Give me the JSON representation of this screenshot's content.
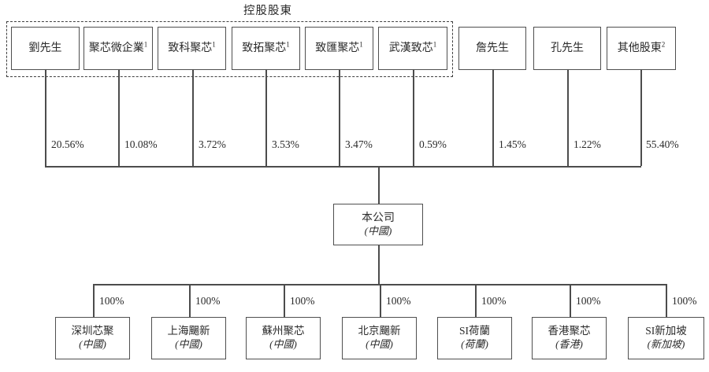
{
  "colors": {
    "line": "#4c4c4c",
    "text": "#2a2a2a",
    "background": "#ffffff"
  },
  "diagram": {
    "group_label": "控股股東",
    "shareholders": [
      {
        "name": "劉先生",
        "sup": "",
        "percent": "20.56%"
      },
      {
        "name": "聚芯微企業",
        "sup": "1",
        "percent": "10.08%"
      },
      {
        "name": "致科聚芯",
        "sup": "1",
        "percent": "3.72%"
      },
      {
        "name": "致拓聚芯",
        "sup": "1",
        "percent": "3.53%"
      },
      {
        "name": "致匯聚芯",
        "sup": "1",
        "percent": "3.47%"
      },
      {
        "name": "武漢致芯",
        "sup": "1",
        "percent": "0.59%"
      },
      {
        "name": "詹先生",
        "sup": "",
        "percent": "1.45%"
      },
      {
        "name": "孔先生",
        "sup": "",
        "percent": "1.22%"
      },
      {
        "name": "其他股東",
        "sup": "2",
        "percent": "55.40%"
      }
    ],
    "company": {
      "name": "本公司",
      "location": "(中國)"
    },
    "subsidiaries": [
      {
        "name": "深圳芯聚",
        "location": "(中國)",
        "percent": "100%"
      },
      {
        "name": "上海颺新",
        "location": "(中國)",
        "percent": "100%"
      },
      {
        "name": "蘇州聚芯",
        "location": "(中國)",
        "percent": "100%"
      },
      {
        "name": "北京颺新",
        "location": "(中國)",
        "percent": "100%"
      },
      {
        "name": "SI荷蘭",
        "location": "(荷蘭)",
        "percent": "100%"
      },
      {
        "name": "香港聚芯",
        "location": "(香港)",
        "percent": "100%"
      },
      {
        "name": "SI新加坡",
        "location": "(新加坡)",
        "percent": "100%"
      }
    ]
  }
}
